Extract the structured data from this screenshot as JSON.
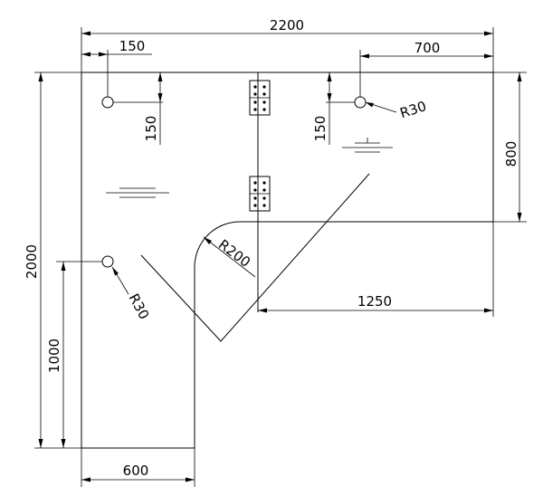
{
  "drawing": {
    "overall_width": "2200",
    "overall_height": "2000",
    "left_leg_width": "600",
    "right_wing_depth": "800",
    "right_wing_length": "1250",
    "hole_offset_left": "150",
    "hole_offset_right": "700",
    "hole_offset_top_left": "150",
    "hole_offset_top_right": "150",
    "hole_offset_bottom": "1000",
    "corner_radius": "R200",
    "hole_radius_right": "R30",
    "hole_radius_left": "R30"
  },
  "colors": {
    "line": "#000000",
    "background": "#ffffff"
  }
}
